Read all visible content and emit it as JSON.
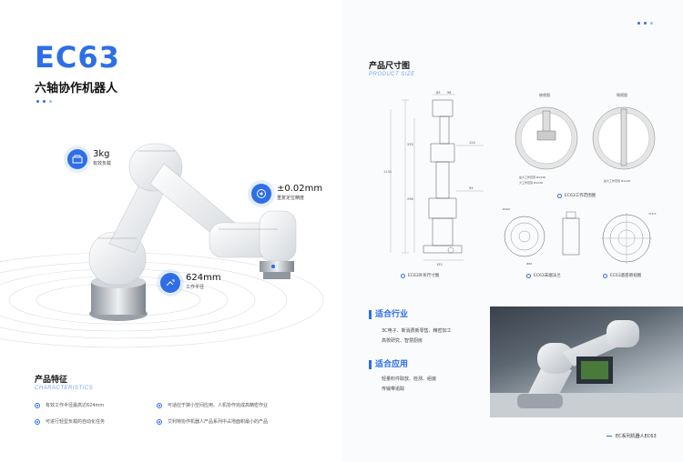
{
  "header": {
    "model": "EC63",
    "subtitle": "六轴协作机器人"
  },
  "specs": [
    {
      "value": "3kg",
      "label": "有效负载",
      "icon": "payload-icon"
    },
    {
      "value": "±0.02mm",
      "label": "重复定位精度",
      "icon": "target-icon"
    },
    {
      "value": "624mm",
      "label": "工作半径",
      "icon": "reach-icon"
    }
  ],
  "features": {
    "title": "产品特征",
    "subtitle": "CHARACTERISTICS",
    "items": [
      "有效工作半径最高达624mm",
      "可适应于狭小空间应用、人机协作完成高精密作业",
      "可进行轻型负载的自动化任务",
      "艾利特协作机器人产品系列中占地面积最小的产品"
    ]
  },
  "product_size": {
    "title": "产品尺寸图",
    "subtitle": "PRODUCT SIZE",
    "captions": [
      "EC63外形尺寸图",
      "EC63工作范围图",
      "EC63末端法兰",
      "EC63基座俯视图"
    ],
    "view_labels": [
      "俯视图",
      "侧视图"
    ],
    "range_labels_top": [
      "最大工作范围 Ø1248",
      "大工作范围 Ø1248"
    ],
    "range_labels_side": [
      "最大工作范围 Ø1248"
    ],
    "dims": [
      "89",
      "98",
      "124",
      "94",
      "1134",
      "335",
      "296",
      "152",
      "116.5",
      "Ø100",
      "Ø60"
    ]
  },
  "industries": {
    "title": "适合行业",
    "text_lines": [
      "3C电子、新消费新零售、精密加工",
      "高校研究、智慧厨房"
    ]
  },
  "applications": {
    "title": "适合应用",
    "text_lines": [
      "轻量料件取放、检测、组装",
      "传输带追踪"
    ]
  },
  "footer": {
    "text": "EC系列机器人EC63"
  },
  "colors": {
    "accent": "#2e6ee6",
    "accent_light": "#9fbcf2"
  }
}
